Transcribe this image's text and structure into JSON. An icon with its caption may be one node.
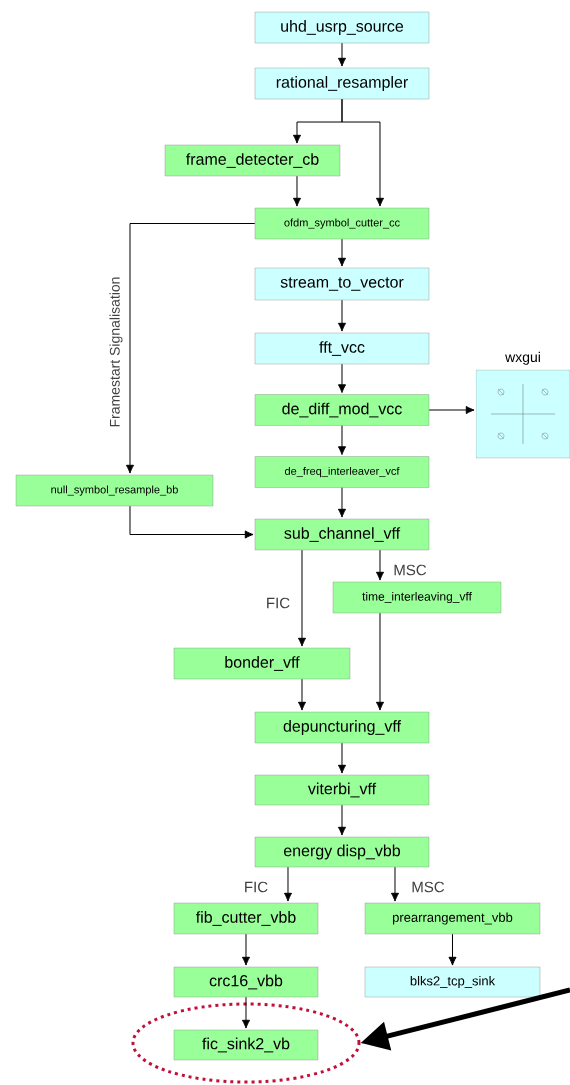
{
  "diagram": {
    "nodes": [
      {
        "text": [
          "uhd_usrp_source"
        ]
      },
      {
        "text": [
          "rational_resampler"
        ]
      },
      {
        "text": [
          "frame_detecter_cb"
        ]
      },
      {
        "text": [
          "ofdm_symbol_cutter_cc"
        ]
      },
      {
        "text": [
          "stream_to_vector"
        ]
      },
      {
        "text": [
          "fft_vcc"
        ]
      },
      {
        "text": [
          "wxgui"
        ]
      },
      {
        "text": [
          "de_diff_mod_vcc"
        ]
      },
      {
        "text": [
          "de_freq_interleaver_vcf"
        ]
      },
      {
        "text": [
          "null_symbol_resample_bb"
        ]
      },
      {
        "text": [
          "sub_channel_vff"
        ]
      },
      {
        "text": [
          "time_interleaving_vff"
        ]
      },
      {
        "text": [
          "bonder_vff"
        ]
      },
      {
        "text": [
          "depuncturing_vff"
        ]
      },
      {
        "text": [
          "viterbi_vff"
        ]
      },
      {
        "text": [
          "energy disp_vbb"
        ]
      },
      {
        "text": [
          "fib_cutter_vbb"
        ]
      },
      {
        "text": [
          "prearrangement_vbb"
        ]
      },
      {
        "text": [
          "crc16_vbb"
        ]
      },
      {
        "text": [
          "blks2_tcp_sink"
        ]
      },
      {
        "text": [],
        "shape": "ellipse"
      },
      {
        "text": [
          "fic_sink2_vb"
        ],
        "in": 20
      }
    ],
    "edges": [
      {
        "from": 0,
        "to": 1,
        "arrow": "to"
      },
      {
        "from": 1,
        "to": 2,
        "arrow": "to"
      },
      {
        "from": 1,
        "to": 3,
        "arrow": "to"
      },
      {
        "from": 2,
        "to": 3,
        "arrow": "to"
      },
      {
        "from": 3,
        "to": 9,
        "arrow": "to",
        "label": "Framestart Signalisation"
      },
      {
        "from": 3,
        "to": 4,
        "arrow": "to"
      },
      {
        "from": 4,
        "to": 5,
        "arrow": "to"
      },
      {
        "from": 5,
        "to": 7,
        "arrow": "to"
      },
      {
        "from": 7,
        "to": 6,
        "arrow": "to"
      },
      {
        "from": 7,
        "to": 8,
        "arrow": "to"
      },
      {
        "from": 8,
        "to": 10,
        "arrow": "to"
      },
      {
        "from": 9,
        "to": 10,
        "arrow": "to"
      },
      {
        "from": 10,
        "to": 12,
        "arrow": "to",
        "label": "FIC"
      },
      {
        "from": 10,
        "to": 11,
        "arrow": "to",
        "label": "MSC"
      },
      {
        "from": 12,
        "to": 13,
        "arrow": "to"
      },
      {
        "from": 11,
        "to": 13,
        "arrow": "to"
      },
      {
        "from": 13,
        "to": 14,
        "arrow": "to"
      },
      {
        "from": 14,
        "to": 15,
        "arrow": "to"
      },
      {
        "from": 15,
        "to": 16,
        "arrow": "to",
        "label": "FIC"
      },
      {
        "from": 15,
        "to": 17,
        "arrow": "to",
        "label": "MSC"
      },
      {
        "from": 16,
        "to": 18,
        "arrow": "to"
      },
      {
        "from": 17,
        "to": 19,
        "arrow": "to"
      },
      {
        "from": 18,
        "to": 21,
        "arrow": "to"
      },
      {
        "from": null,
        "to": 20,
        "arrow": "to",
        "style": "thick"
      }
    ]
  }
}
